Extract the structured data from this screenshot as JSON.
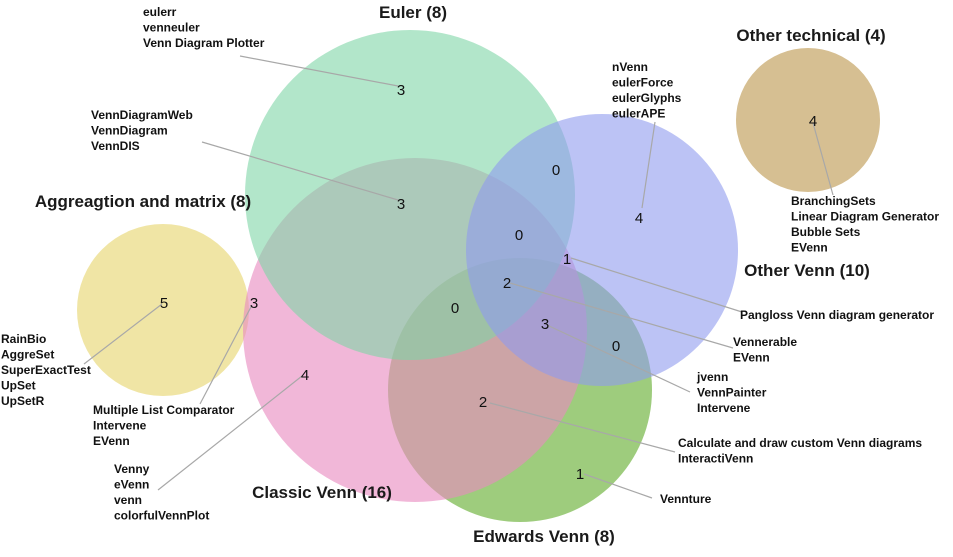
{
  "sets": {
    "euler": {
      "label": "Euler (8)",
      "color": "#7fd6a6"
    },
    "other_venn": {
      "label": "Other Venn (10)",
      "color": "#8f9bee"
    },
    "classic": {
      "label": "Classic Venn (16)",
      "color": "#e88bc0"
    },
    "edwards": {
      "label": "Edwards Venn (8)",
      "color": "#7dbb52"
    },
    "aggregation": {
      "label": "Aggreagtion and matrix (8)",
      "color": "#ecdf8e"
    },
    "other_technical": {
      "label": "Other technical (4)",
      "color": "#d4bc8c"
    }
  },
  "regions": [
    {
      "id": "euler_only",
      "count": "3",
      "tools": [
        "eulerr",
        "venneuler",
        "Venn Diagram Plotter"
      ]
    },
    {
      "id": "euler_classic",
      "count": "3",
      "tools": [
        "VennDiagramWeb",
        "VennDiagram",
        "VennDIS"
      ]
    },
    {
      "id": "euler_othervenn",
      "count": "0",
      "tools": []
    },
    {
      "id": "euler_othervenn_classic",
      "count": "0",
      "tools": []
    },
    {
      "id": "othervenn_only",
      "count": "4",
      "tools": [
        "nVenn",
        "eulerForce",
        "eulerGlyphs",
        "eulerAPE"
      ]
    },
    {
      "id": "othervenn_classic",
      "count": "1",
      "tools": [
        "Pangloss Venn diagram generator"
      ]
    },
    {
      "id": "othervenn_classic_edwards_euler",
      "count": "2",
      "tools": [
        "Vennerable",
        "EVenn"
      ]
    },
    {
      "id": "othervenn_classic_edwards",
      "count": "3",
      "tools": [
        "jvenn",
        "VennPainter",
        "Intervene"
      ]
    },
    {
      "id": "othervenn_edwards",
      "count": "0",
      "tools": []
    },
    {
      "id": "euler_classic_edwards",
      "count": "0",
      "tools": []
    },
    {
      "id": "classic_edwards",
      "count": "2",
      "tools": [
        "Calculate and draw custom Venn diagrams",
        "InteractiVenn"
      ]
    },
    {
      "id": "edwards_only",
      "count": "1",
      "tools": [
        "Vennture"
      ]
    },
    {
      "id": "classic_only",
      "count": "4",
      "tools": [
        "Venny",
        "eVenn",
        "venn",
        "colorfulVennPlot"
      ]
    },
    {
      "id": "aggregation_only",
      "count": "5",
      "tools": [
        "RainBio",
        "AggreSet",
        "SuperExactTest",
        "UpSet",
        "UpSetR"
      ]
    },
    {
      "id": "aggregation_classic",
      "count": "3",
      "tools": [
        "Multiple List Comparator",
        "Intervene",
        "EVenn"
      ]
    },
    {
      "id": "other_technical_only",
      "count": "4",
      "tools": [
        "BranchingSets",
        "Linear Diagram Generator",
        "Bubble Sets",
        "EVenn"
      ]
    }
  ]
}
